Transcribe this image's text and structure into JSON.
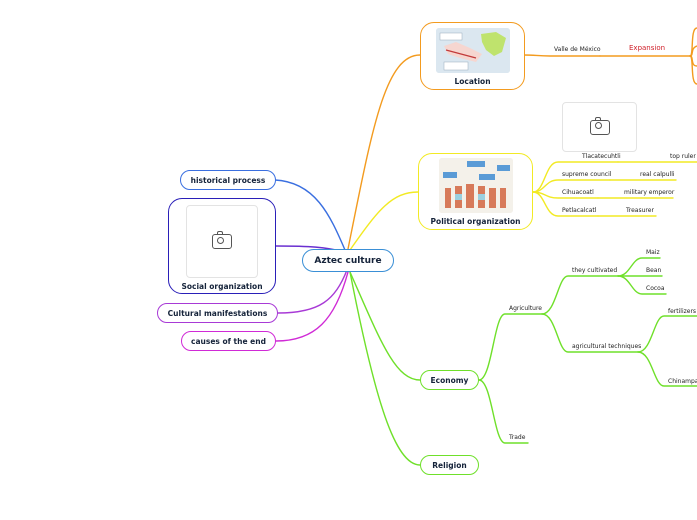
{
  "root": {
    "label": "Aztec culture"
  },
  "left": {
    "historical_process": "historical process",
    "social_organization": "Social organization",
    "cultural_manifestations": "Cultural manifestations",
    "causes_of_end": "causes of the end"
  },
  "location": {
    "label": "Location",
    "valle": "Valle de México",
    "expansion": "Expansion"
  },
  "political": {
    "label": "Political organization",
    "tlacatecuhtli": "Tlacatecuhtli",
    "top_ruler": "top ruler",
    "supreme_council": "supreme council",
    "real_calpulli": "real calpulli",
    "cihuacoatl": "Cihuacoatl",
    "military_emperor": "military emperor",
    "petlacalcatl": "Petlacalcatl",
    "treasurer": "Treasurer"
  },
  "economy": {
    "label": "Economy",
    "agriculture": "Agriculture",
    "they_cultivated": "they cultivated",
    "maiz": "Maiz",
    "bean": "Bean",
    "cocoa": "Cocoa",
    "agricultural_techniques": "agricultural techniques",
    "fertilizers": "fertilizers",
    "chinampas": "Chinampas",
    "trade": "Trade"
  },
  "religion": {
    "label": "Religion"
  },
  "colors": {
    "blue": "#3a8fd6",
    "purple": "#7a22c4",
    "magenta": "#d02ad6",
    "orange": "#f39b1f",
    "yellow": "#f2ea24",
    "green": "#6fe02a",
    "red_text": "#d0202a"
  }
}
